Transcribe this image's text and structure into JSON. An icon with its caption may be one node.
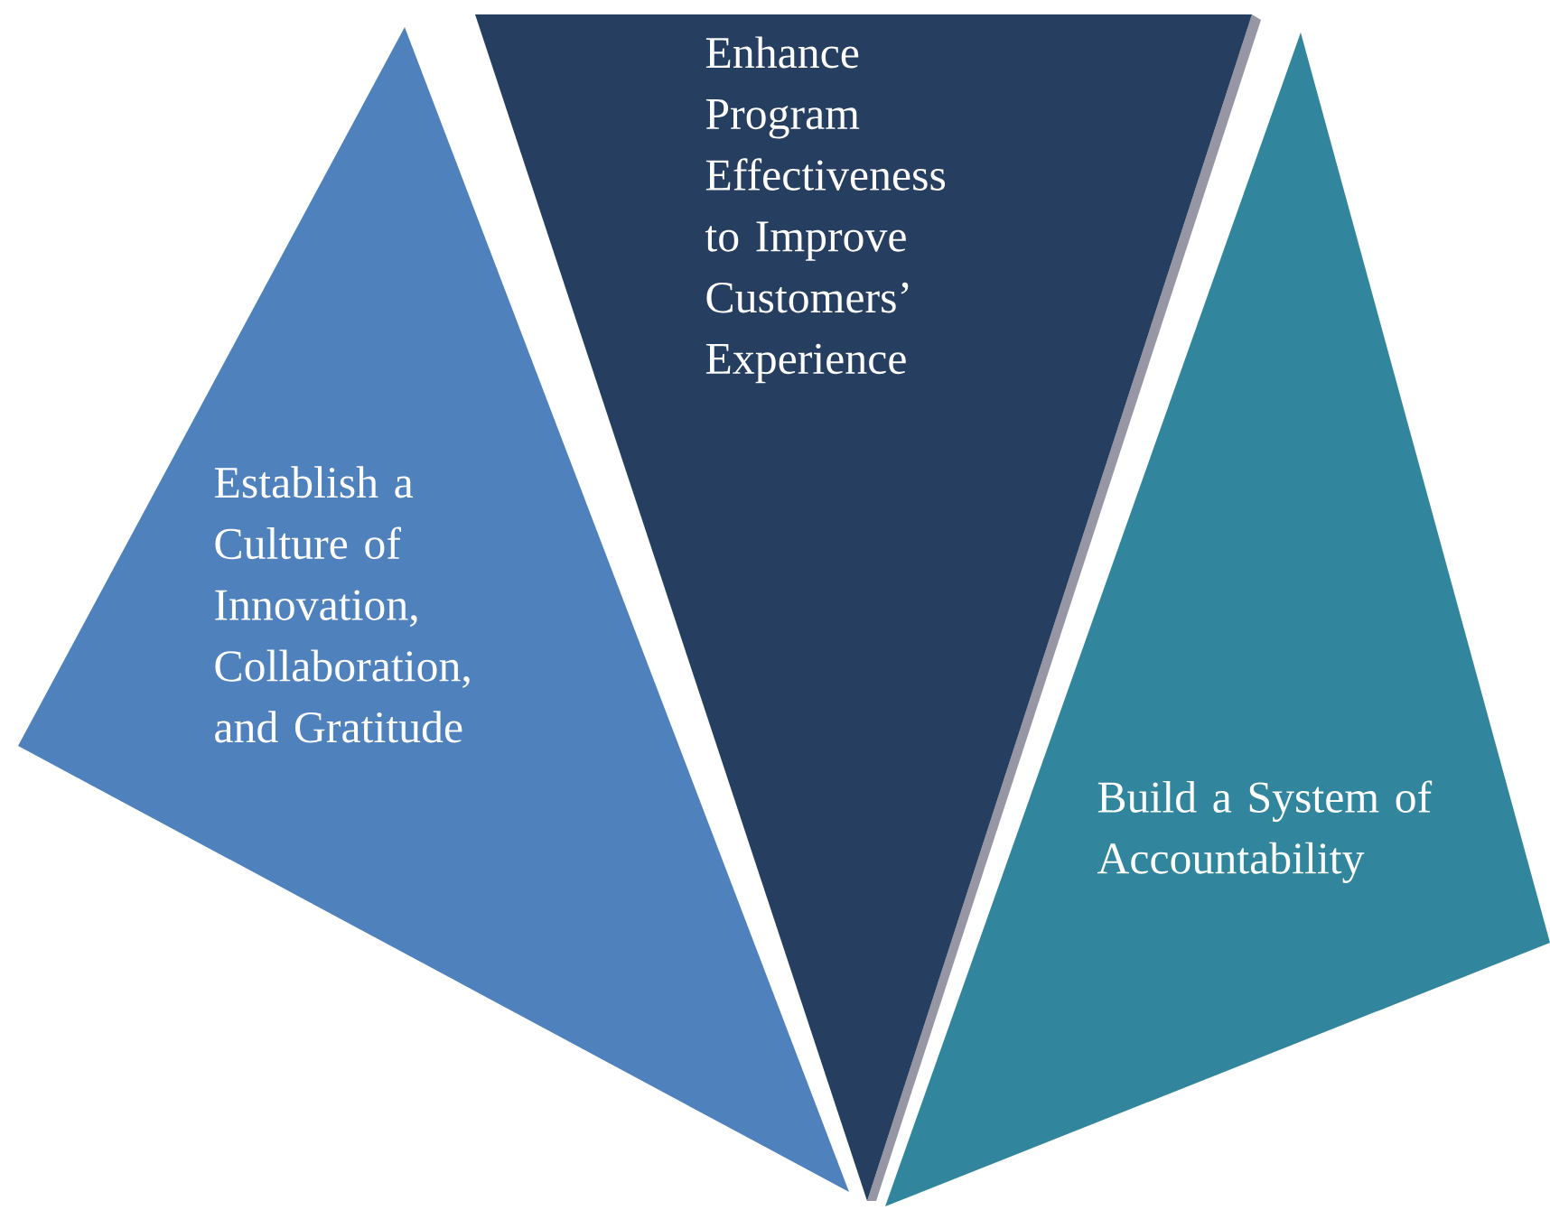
{
  "diagram": {
    "nodes": [
      {
        "text": [
          "Establish a Culture of Innovation, Collaboration, and Gratitude"
        ]
      },
      {
        "text": [
          "Enhance Program Effectiveness to Improve Customers’ Experience"
        ]
      },
      {
        "text": [
          "Build a System of Accountability"
        ]
      }
    ]
  }
}
